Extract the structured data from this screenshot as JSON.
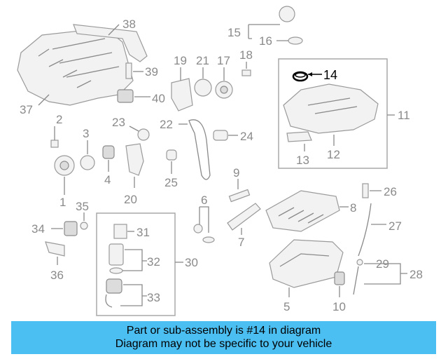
{
  "diagram": {
    "callouts": {
      "c1": "1",
      "c2": "2",
      "c3": "3",
      "c4": "4",
      "c5": "5",
      "c6": "6",
      "c7": "7",
      "c8": "8",
      "c9": "9",
      "c10": "10",
      "c11": "11",
      "c12": "12",
      "c13": "13",
      "c14": "14",
      "c15": "15",
      "c16": "16",
      "c17": "17",
      "c18": "18",
      "c19": "19",
      "c20": "20",
      "c21": "21",
      "c22": "22",
      "c23": "23",
      "c24": "24",
      "c25": "25",
      "c26": "26",
      "c27": "27",
      "c28": "28",
      "c29": "29",
      "c30": "30",
      "c31": "31",
      "c32": "32",
      "c33": "33",
      "c34": "34",
      "c35": "35",
      "c36": "36",
      "c37": "37",
      "c38": "38",
      "c39": "39",
      "c40": "40"
    },
    "highlighted_part": "14",
    "colors": {
      "highlight": "#000000",
      "callout": "#8a8a8a",
      "banner": "#4cbff2"
    }
  },
  "banner": {
    "line1": "Part or sub-assembly is #14 in diagram",
    "line2": "Diagram may not be specific to your vehicle"
  }
}
